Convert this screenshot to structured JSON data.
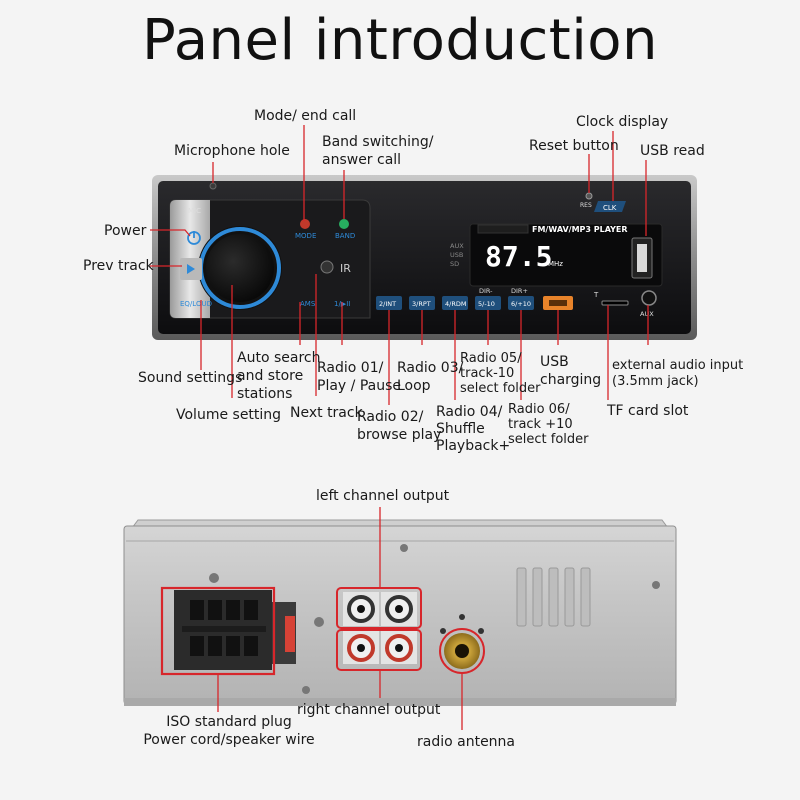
{
  "title": "Panel introduction",
  "front_panel": {
    "display_text": "FM/WAV/MP3 PLAYER",
    "frequency": "87.5",
    "frequency_unit": "MHz",
    "indicators": [
      "AUX",
      "USB",
      "SD"
    ],
    "buttons": {
      "mic": "MIC",
      "mode": "MODE",
      "band": "BAND",
      "res": "RES",
      "clk": "CLK",
      "eq": "EQ/LOUD",
      "ams": "AMS",
      "play": "1/▶II",
      "presets": [
        "2/INT",
        "3/RPT",
        "4/RDM",
        "5/-10",
        "6/+10"
      ],
      "dir_minus": "DIR-",
      "dir_plus": "DIR+",
      "aux": "AUX",
      "tf": "T"
    },
    "labels": {
      "mode_end_call": "Mode/ end call",
      "microphone_hole": "Microphone hole",
      "band_switching": "Band switching/\nanswer call",
      "clock_display": "Clock display",
      "reset_button": "Reset button",
      "usb_read": "USB read",
      "power": "Power",
      "prev_track": "Prev track",
      "sound_settings": "Sound settings",
      "auto_search": "Auto search\nand store\nstations",
      "volume_setting": "Volume setting",
      "next_track": "Next track",
      "radio_01": "Radio 01/\nPlay / Pause",
      "radio_02": "Radio 02/\nbrowse play",
      "radio_03": "Radio 03/\nLoop",
      "radio_04": "Radio 04/\nShuffle\nPlayback+",
      "radio_05": "Radio 05/\ntrack-10\nselect folder",
      "radio_06": "Radio 06/\ntrack +10\nselect folder",
      "usb_charging": "USB\ncharging",
      "external_audio": "external audio input\n(3.5mm jack)",
      "tf_card_slot": "TF card slot"
    }
  },
  "back_panel": {
    "labels": {
      "left_channel_output": "left channel output",
      "right_channel_output": "right channel output",
      "iso_plug": "ISO standard plug\nPower cord/speaker wire",
      "radio_antenna": "radio antenna"
    }
  },
  "colors": {
    "callout_line": "#d7262b",
    "panel_body": "#1b1b1d",
    "button_blue": "#2e8ad8",
    "display_white": "#ffffff",
    "usb_orange": "#e8832a"
  }
}
